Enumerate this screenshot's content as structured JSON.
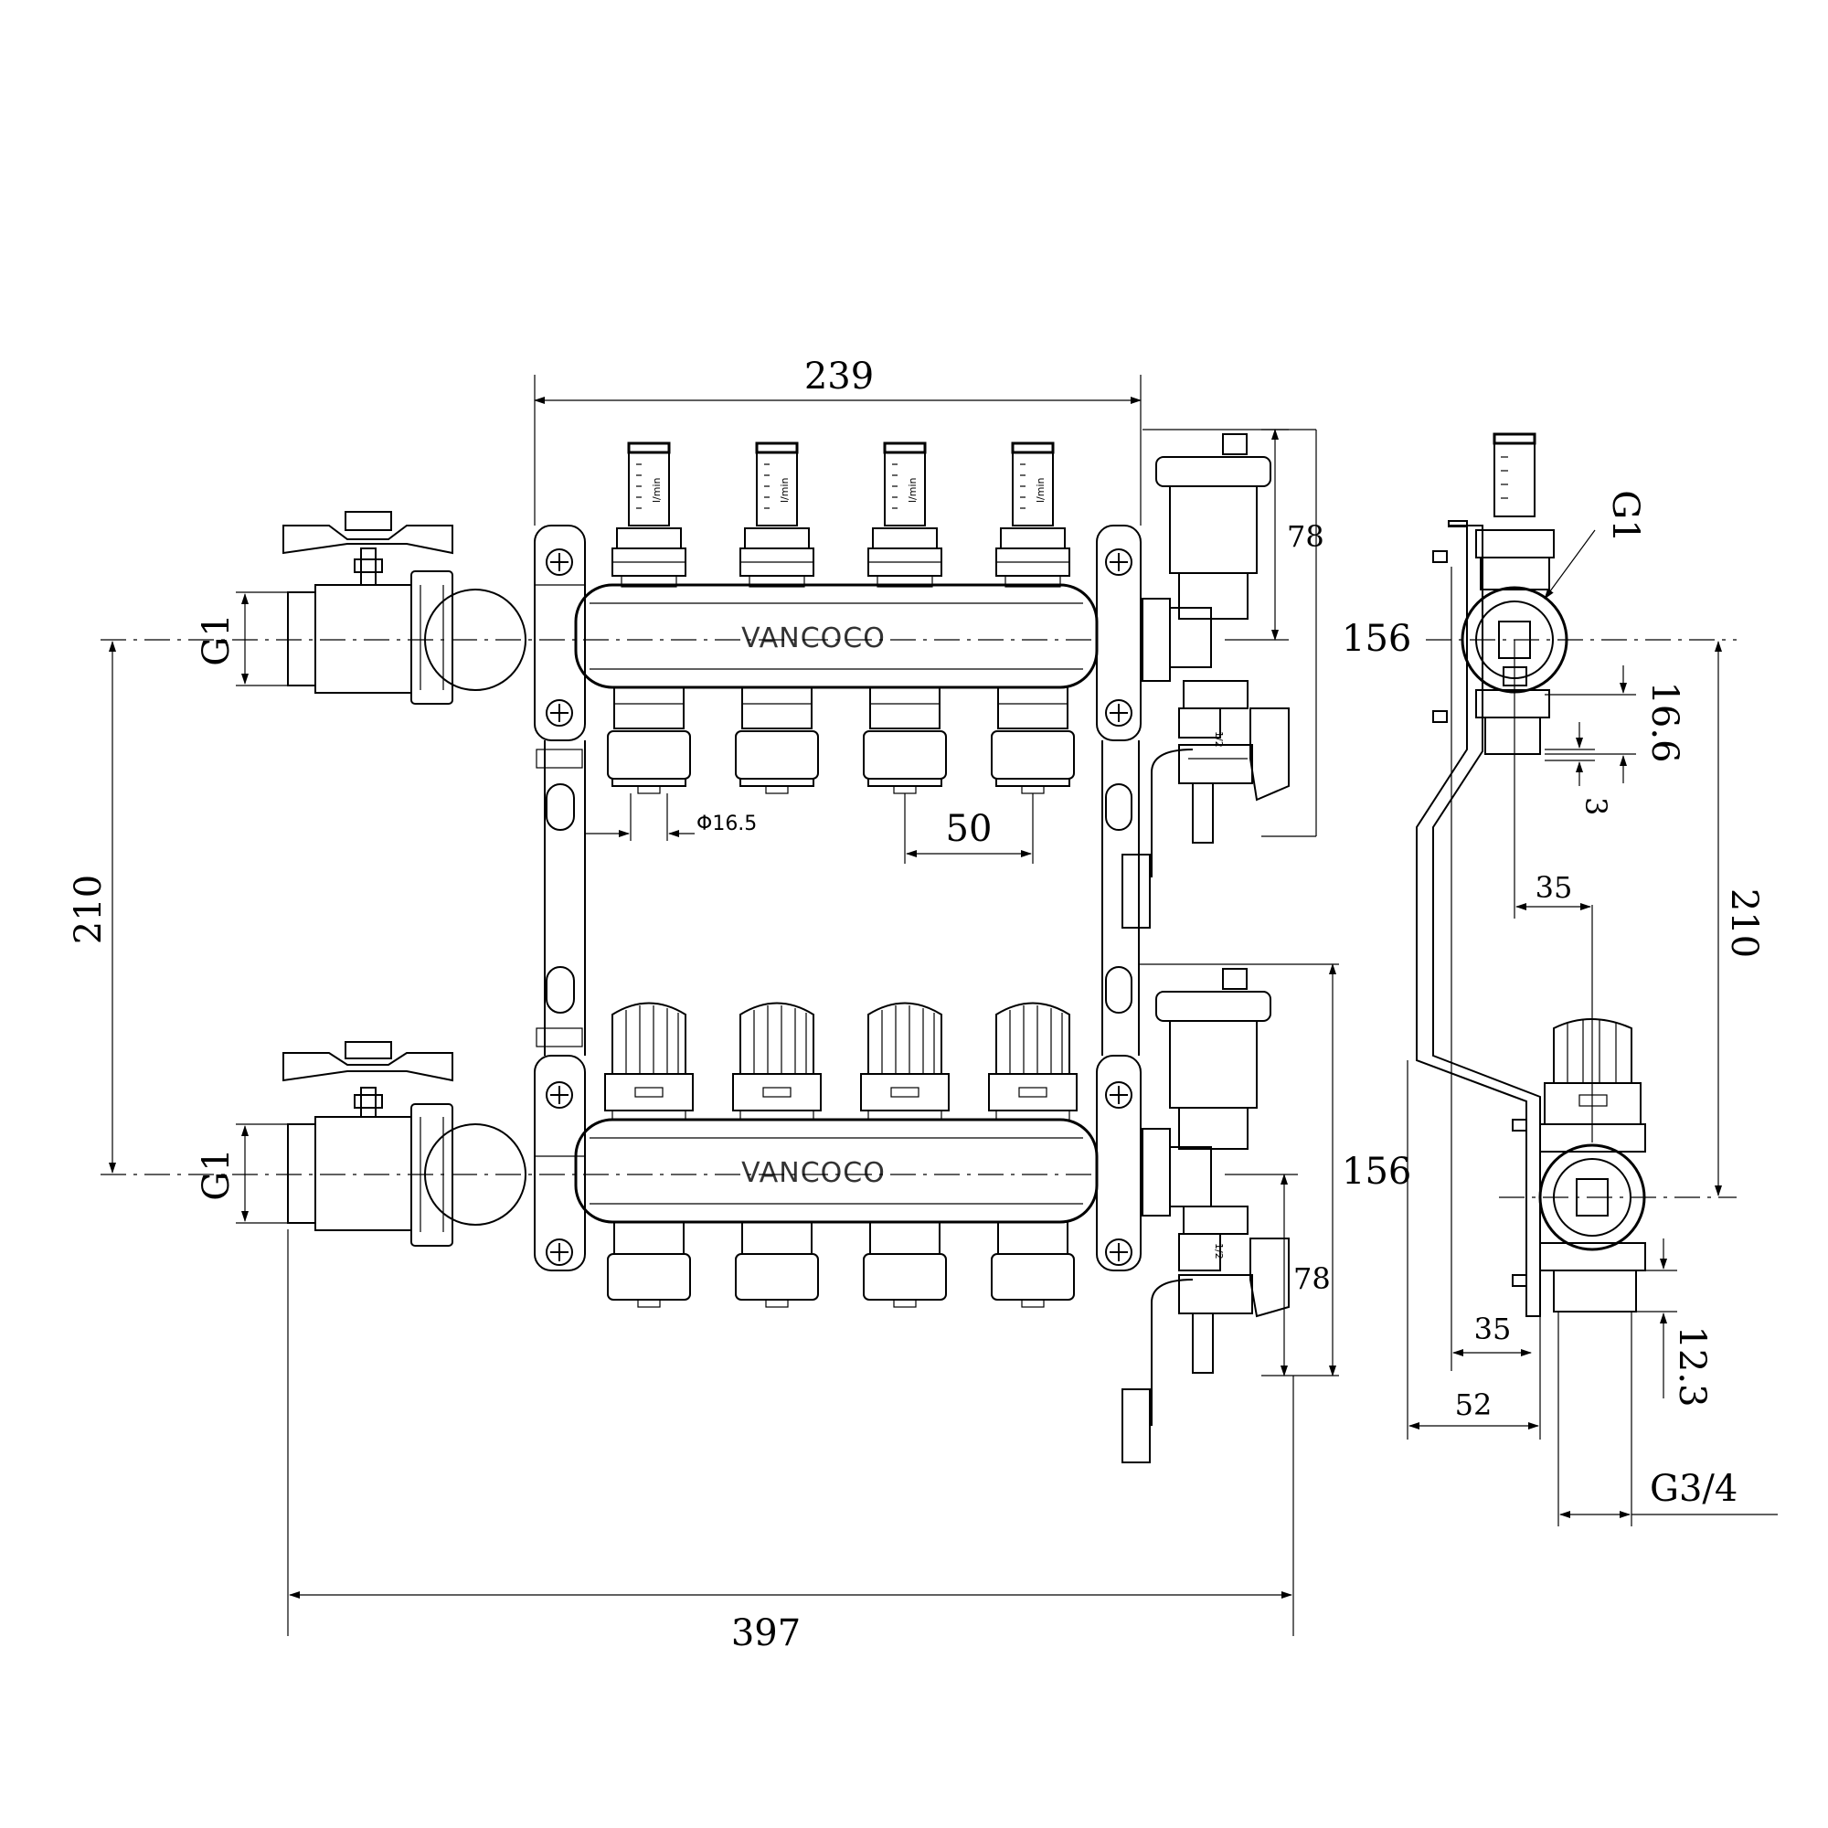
{
  "drawing": {
    "brand_upper": "VANCOCO",
    "brand_lower": "VANCOCO",
    "flowmeter_unit": "l/min",
    "drain_size": "1/2",
    "dimensions": {
      "manifold_length": "239",
      "air_vent_height_top": "78",
      "air_vent_height_bottom": "78",
      "side_dim_top": "156",
      "side_dim_bottom": "156",
      "inlet_thread_top": "G1",
      "inlet_thread_bottom": "G1",
      "rail_spacing": "210",
      "outlet_diameter": "Φ16.5",
      "outlet_pitch": "50",
      "total_length": "397",
      "side_thread_g1": "G1",
      "side_16_6": "16.6",
      "side_3": "3",
      "side_35_top": "35",
      "side_210": "210",
      "side_35_bottom": "35",
      "side_12_3": "12.3",
      "side_52": "52",
      "outlet_thread": "G3/4"
    }
  }
}
